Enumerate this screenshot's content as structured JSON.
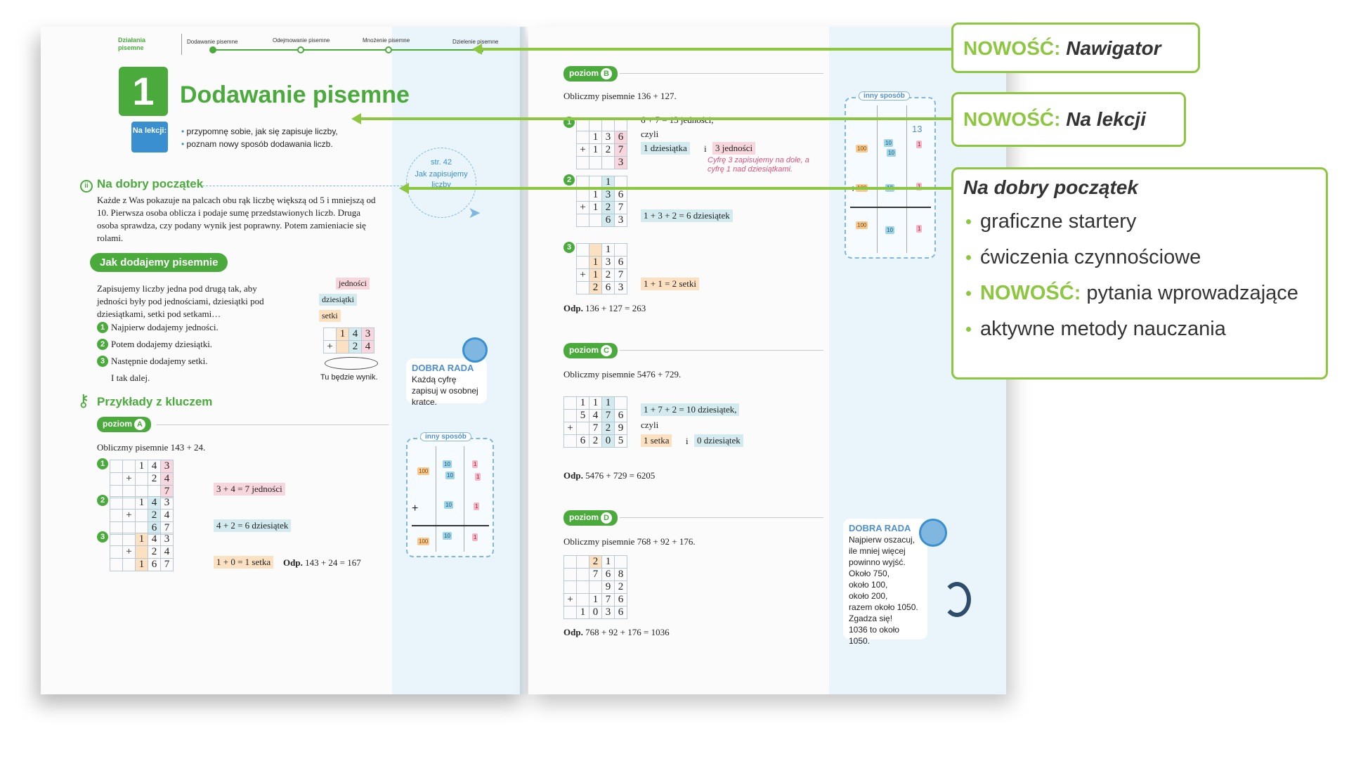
{
  "colors": {
    "brand_green": "#4aab3c",
    "callout_green": "#8dc63f",
    "hint_blue": "#4d8fd1"
  },
  "navigator": {
    "section": "Działania pisemne",
    "steps": [
      "Dodawanie pisemne",
      "Odejmowanie pisemne",
      "Mnożenie pisemne",
      "Dzielenie pisemne"
    ]
  },
  "lesson": {
    "number": "1",
    "title": "Dodawanie pisemne",
    "na_lekcji_label": "Na lekcji:",
    "goals": [
      "przypomnę sobie, jak się zapisuje liczby,",
      "poznam nowy sposób dodawania liczb."
    ],
    "ref": {
      "page": "str. 42",
      "text": "Jak zapisujemy liczby"
    }
  },
  "starter": {
    "heading": "Na dobry początek",
    "text": "Każde z Was pokazuje na palcach obu rąk liczbę większą od 5 i mniejszą od 10. Pierwsza osoba oblicza i podaje sumę przedstawionych liczb. Druga osoba sprawdza, czy podany wynik jest poprawny. Potem zamieniacie się rolami."
  },
  "howto": {
    "heading": "Jak dodajemy pisemnie",
    "intro": "Zapisujemy liczby jedna pod drugą tak, aby jedności były pod jednościami, dziesiątki pod dziesiątkami, setki pod setkami…",
    "steps": [
      "Najpierw dodajemy jedności.",
      "Potem dodajemy dziesiątki.",
      "Następnie dodajemy setki."
    ],
    "closing": "I tak dalej.",
    "labels": {
      "units": "jedności",
      "tens": "dziesiątki",
      "hundreds": "setki"
    },
    "result_note": "Tu będzie wynik."
  },
  "tip1": {
    "title": "DOBRA RADA",
    "text": "Każdą cyfrę zapisuj w osobnej kratce."
  },
  "examples": {
    "heading": "Przykłady z kluczem",
    "levels": {
      "a": "poziom",
      "a_letter": "A",
      "b_letter": "B",
      "c_letter": "C",
      "d_letter": "D"
    },
    "a_task": "Obliczmy pisemnie 143 + 24.",
    "a_notes": [
      "3 + 4 = 7 jedności",
      "4 + 2 = 6 dziesiątek",
      "1 + 0 = 1 setka"
    ],
    "a_answer_label": "Odp.",
    "a_answer": "143 + 24 = 167",
    "b_task": "Obliczmy pisemnie 136 + 127.",
    "b_note1": "6 + 7 = 13 jedności,",
    "b_czyli": "czyli",
    "b_chip1": "1 dziesiątka",
    "b_i": "i",
    "b_chip2": "3 jedności",
    "b_handnote": "Cyfrę 3 zapisujemy na dole, a cyfrę 1 nad dziesiątkami.",
    "b_note2": "1 + 3 + 2 = 6 dziesiątek",
    "b_note3": "1 + 1 = 2 setki",
    "b_answer": "136 + 127 = 263",
    "c_task": "Obliczmy pisemnie 5476 + 729.",
    "c_note1": "1 + 7 + 2 = 10 dziesiątek,",
    "c_chip1": "1 setka",
    "c_chip2": "0 dziesiątek",
    "c_answer": "5476 + 729 = 6205",
    "d_task": "Obliczmy pisemnie 768 + 92 + 176.",
    "d_answer": "768 + 92 + 176 = 1036"
  },
  "inny_sposob": "inny sposób",
  "tip2": {
    "title": "DOBRA RADA",
    "lines": [
      "Najpierw oszacuj,",
      "ile mniej więcej",
      "powinno wyjść.",
      "Około 750,",
      "około 100,",
      "około 200,",
      "razem około 1050.",
      "Zgadza się!",
      "1036 to około 1050."
    ]
  },
  "callouts": {
    "nawigator_new": "NOWOŚĆ:",
    "nawigator_em": "Nawigator",
    "lekcji_new": "NOWOŚĆ:",
    "lekcji_em": "Na lekcji",
    "starter_title": "Na dobry początek",
    "items": [
      {
        "new": "",
        "text": "graficzne startery"
      },
      {
        "new": "",
        "text": "ćwiczenia czynnościowe"
      },
      {
        "new": "NOWOŚĆ:",
        "text": " pytania wprowadzające"
      },
      {
        "new": "",
        "text": "aktywne metody nauczania"
      }
    ]
  }
}
